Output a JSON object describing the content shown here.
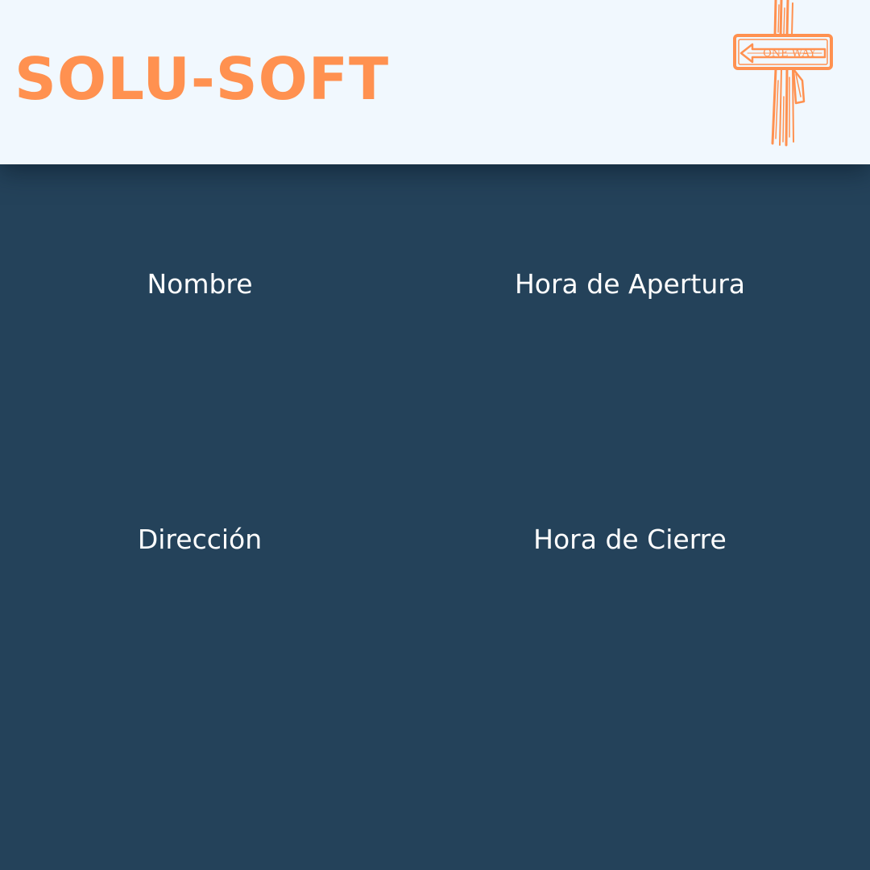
{
  "header": {
    "brand": "SOLU-SOFT",
    "sign_text": "ONE WAY",
    "sign_icon": "one-way-street-sign-icon"
  },
  "fields": {
    "nombre": "Nombre",
    "hora_apertura": "Hora de Apertura",
    "direccion": "Dirección",
    "hora_cierre": "Hora de Cierre"
  },
  "colors": {
    "header_background": "#f1f8fe",
    "main_background": "#24425a",
    "brand_orange": "#ff9150",
    "label_text": "#ffffff"
  }
}
